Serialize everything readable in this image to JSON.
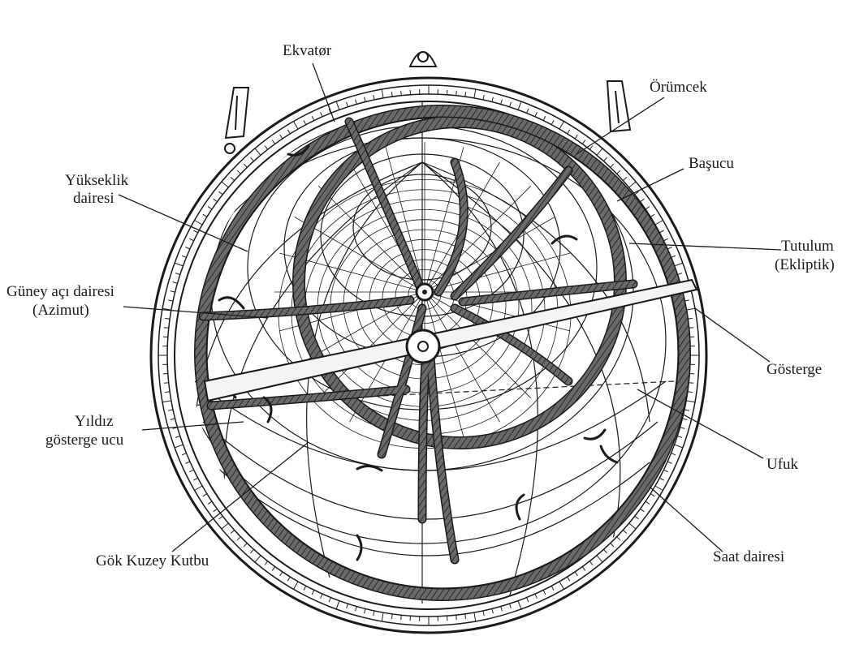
{
  "labels": {
    "ekvator": "Ekvatør",
    "orumcek": "Örümcek",
    "basucu": "Başucu",
    "tutulum_line1": "Tutulum",
    "tutulum_line2": "(Ekliptik)",
    "yukseklik_line1": "Yükseklik",
    "yukseklik_line2": "dairesi",
    "guney_line1": "Güney açı dairesi",
    "guney_line2": "(Azimut)",
    "gosterge": "Gösterge",
    "yildiz_line1": "Yıldız",
    "yildiz_line2": "gösterge ucu",
    "ufuk": "Ufuk",
    "gok_kuzey": "Gök Kuzey Kutbu",
    "saat_dairesi": "Saat dairesi"
  },
  "colors": {
    "ink": "#1a1a1a",
    "rete_fill": "#5c5c5c",
    "paper": "#ffffff",
    "rule_fill": "#f4f4f4"
  }
}
